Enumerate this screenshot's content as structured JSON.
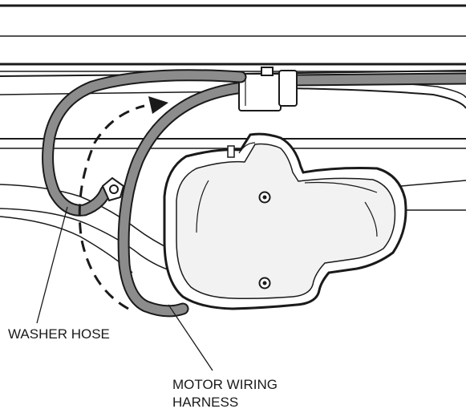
{
  "callouts": {
    "washer_hose": "WASHER HOSE",
    "motor_wiring_harness_line1": "MOTOR WIRING",
    "motor_wiring_harness_line2": "HARNESS"
  },
  "colors": {
    "line": "#1a1a1a",
    "hose": "#8c8c8c",
    "hose_dark": "#5e5e5e",
    "cover_fill": "#ffffff",
    "cover_shade": "#e6e6e6",
    "background": "#ffffff"
  },
  "icons": {
    "routing_arrow": "dashed-curved-arrow",
    "fastener": "screw-icon"
  }
}
